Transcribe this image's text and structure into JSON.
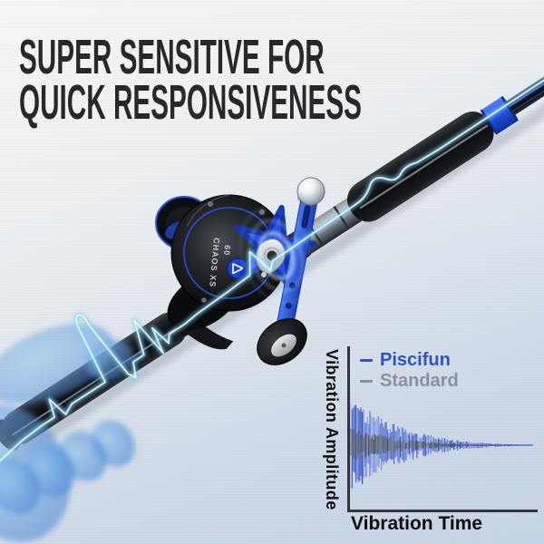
{
  "page": {
    "background_top": "#f7f6f4",
    "background_bottom": "#c6d3e4"
  },
  "headline": {
    "line1": "SUPER SENSITIVE FOR",
    "line2": "QUICK RESPONSIVENESS",
    "color": "#26282b"
  },
  "product": {
    "kind": "baitcasting rod and reel with x-ray hand and vibration pulse overlay",
    "reel_text": "CHAOS XS",
    "reel_size_text": "60",
    "accent_color": "#2b55d8",
    "pulse_line_color": "#7fd0f4",
    "pulse_core_color": "#eafaff",
    "hand_color": "#4f8fd6"
  },
  "chart_data": {
    "type": "line",
    "variant": "damped-vibration-waveform",
    "title": "",
    "xlabel": "Vibration Time",
    "ylabel": "Vibration Amplitude",
    "grid": false,
    "tick_labels": "none",
    "axis_color": "#33373d",
    "label_color": "#0c0d0f",
    "legend": {
      "position": "top-left",
      "items": [
        {
          "label": "Piscifun",
          "color": "#2d52c6"
        },
        {
          "label": "Standard",
          "color": "#8b919c"
        }
      ]
    },
    "series": [
      {
        "name": "Piscifun",
        "color": "#3150c8",
        "color_light": "#7b8fe2",
        "extent": 0.9,
        "amplitude_envelope": [
          1.0,
          0.8,
          0.57,
          0.41,
          0.29,
          0.2,
          0.13,
          0.085,
          0.055,
          0.03,
          0.018
        ]
      },
      {
        "name": "Standard",
        "color": "#4e525a",
        "color_light": "#6e737b",
        "extent": 0.88,
        "amplitude_envelope": [
          0.37,
          0.29,
          0.215,
          0.15,
          0.105,
          0.07,
          0.045,
          0.03,
          0.018,
          0.01,
          0.006
        ]
      }
    ]
  }
}
